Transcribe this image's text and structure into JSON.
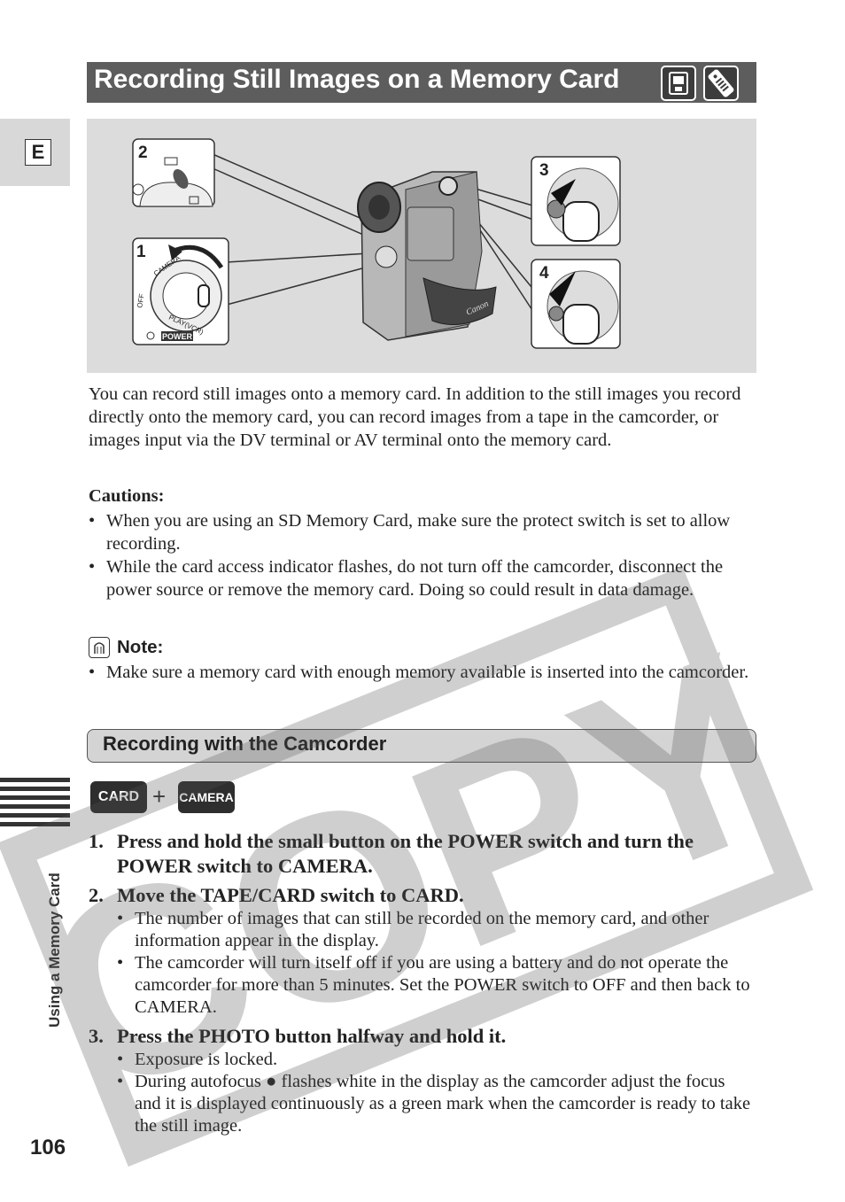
{
  "header": {
    "title": "Recording Still Images on a Memory Card",
    "icons": [
      "camcorder-mode-icon",
      "remote-control-icon"
    ]
  },
  "side_tab": {
    "letter": "E"
  },
  "illustration": {
    "callouts": [
      "2",
      "1",
      "3",
      "4"
    ],
    "power_label": "POWER",
    "dial_labels": [
      "CAMERA",
      "PLAY(VCR)",
      "OFF"
    ]
  },
  "intro": "You can record still images onto a memory card. In addition to the still images you record directly onto the memory card, you can record images from a tape in the camcorder, or images input via the DV terminal or AV terminal onto the memory card.",
  "cautions": {
    "title": "Cautions:",
    "items": [
      "When you are using an SD Memory Card, make sure the protect switch is set to allow recording.",
      "While the card access indicator flashes, do not turn off the camcorder, disconnect the power source or remove the memory card. Doing so could result in data damage."
    ]
  },
  "note": {
    "title": "Note:",
    "items": [
      "Make sure a memory card with enough memory available is inserted into the camcorder."
    ]
  },
  "section": {
    "title": "Recording with the Camcorder",
    "mode_buttons": [
      "CARD",
      "CAMERA"
    ],
    "plus": "+"
  },
  "steps": [
    {
      "num": "1.",
      "text": "Press and hold the small button on the POWER switch and turn the POWER switch to CAMERA.",
      "subs": []
    },
    {
      "num": "2.",
      "text": "Move the TAPE/CARD switch to CARD.",
      "subs": [
        "The number of images that can still be recorded on the memory card, and other information appear in the display.",
        "The camcorder will turn itself off if you are using a battery and do not operate the camcorder for more than 5 minutes. Set the POWER switch to OFF and then back to CAMERA."
      ]
    },
    {
      "num": "3.",
      "text": "Press the PHOTO button halfway and hold it.",
      "subs": [
        "Exposure is locked.",
        "During autofocus ● flashes white in the display as the camcorder adjust the focus and it is displayed continuously as a green mark when the camcorder is ready to take the still image."
      ]
    }
  ],
  "sidebar": {
    "label": "Using a Memory Card"
  },
  "page_number": "106",
  "watermark": "COPY"
}
